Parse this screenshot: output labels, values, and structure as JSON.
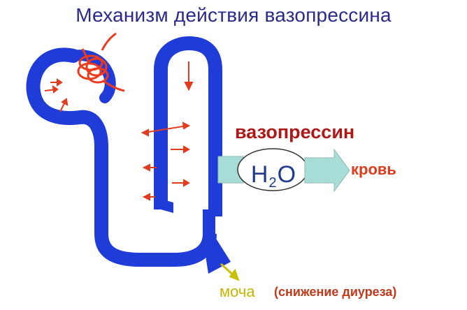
{
  "title": "Механизм действия вазопрессина",
  "labels": {
    "vasopressin": "вазопрессин",
    "blood": "кровь",
    "urine": "моча",
    "diuresis": "(снижение диуреза)"
  },
  "water": {
    "h": "H",
    "sub": "2",
    "o": "O"
  },
  "colors": {
    "nephron": "#1f3cd8",
    "arrows": "#e23b1e",
    "glomerulus": "#ee3a1c",
    "channel": "#a8dcd6",
    "urine_arrow": "#c8c000",
    "title": "#2a2a8c"
  }
}
